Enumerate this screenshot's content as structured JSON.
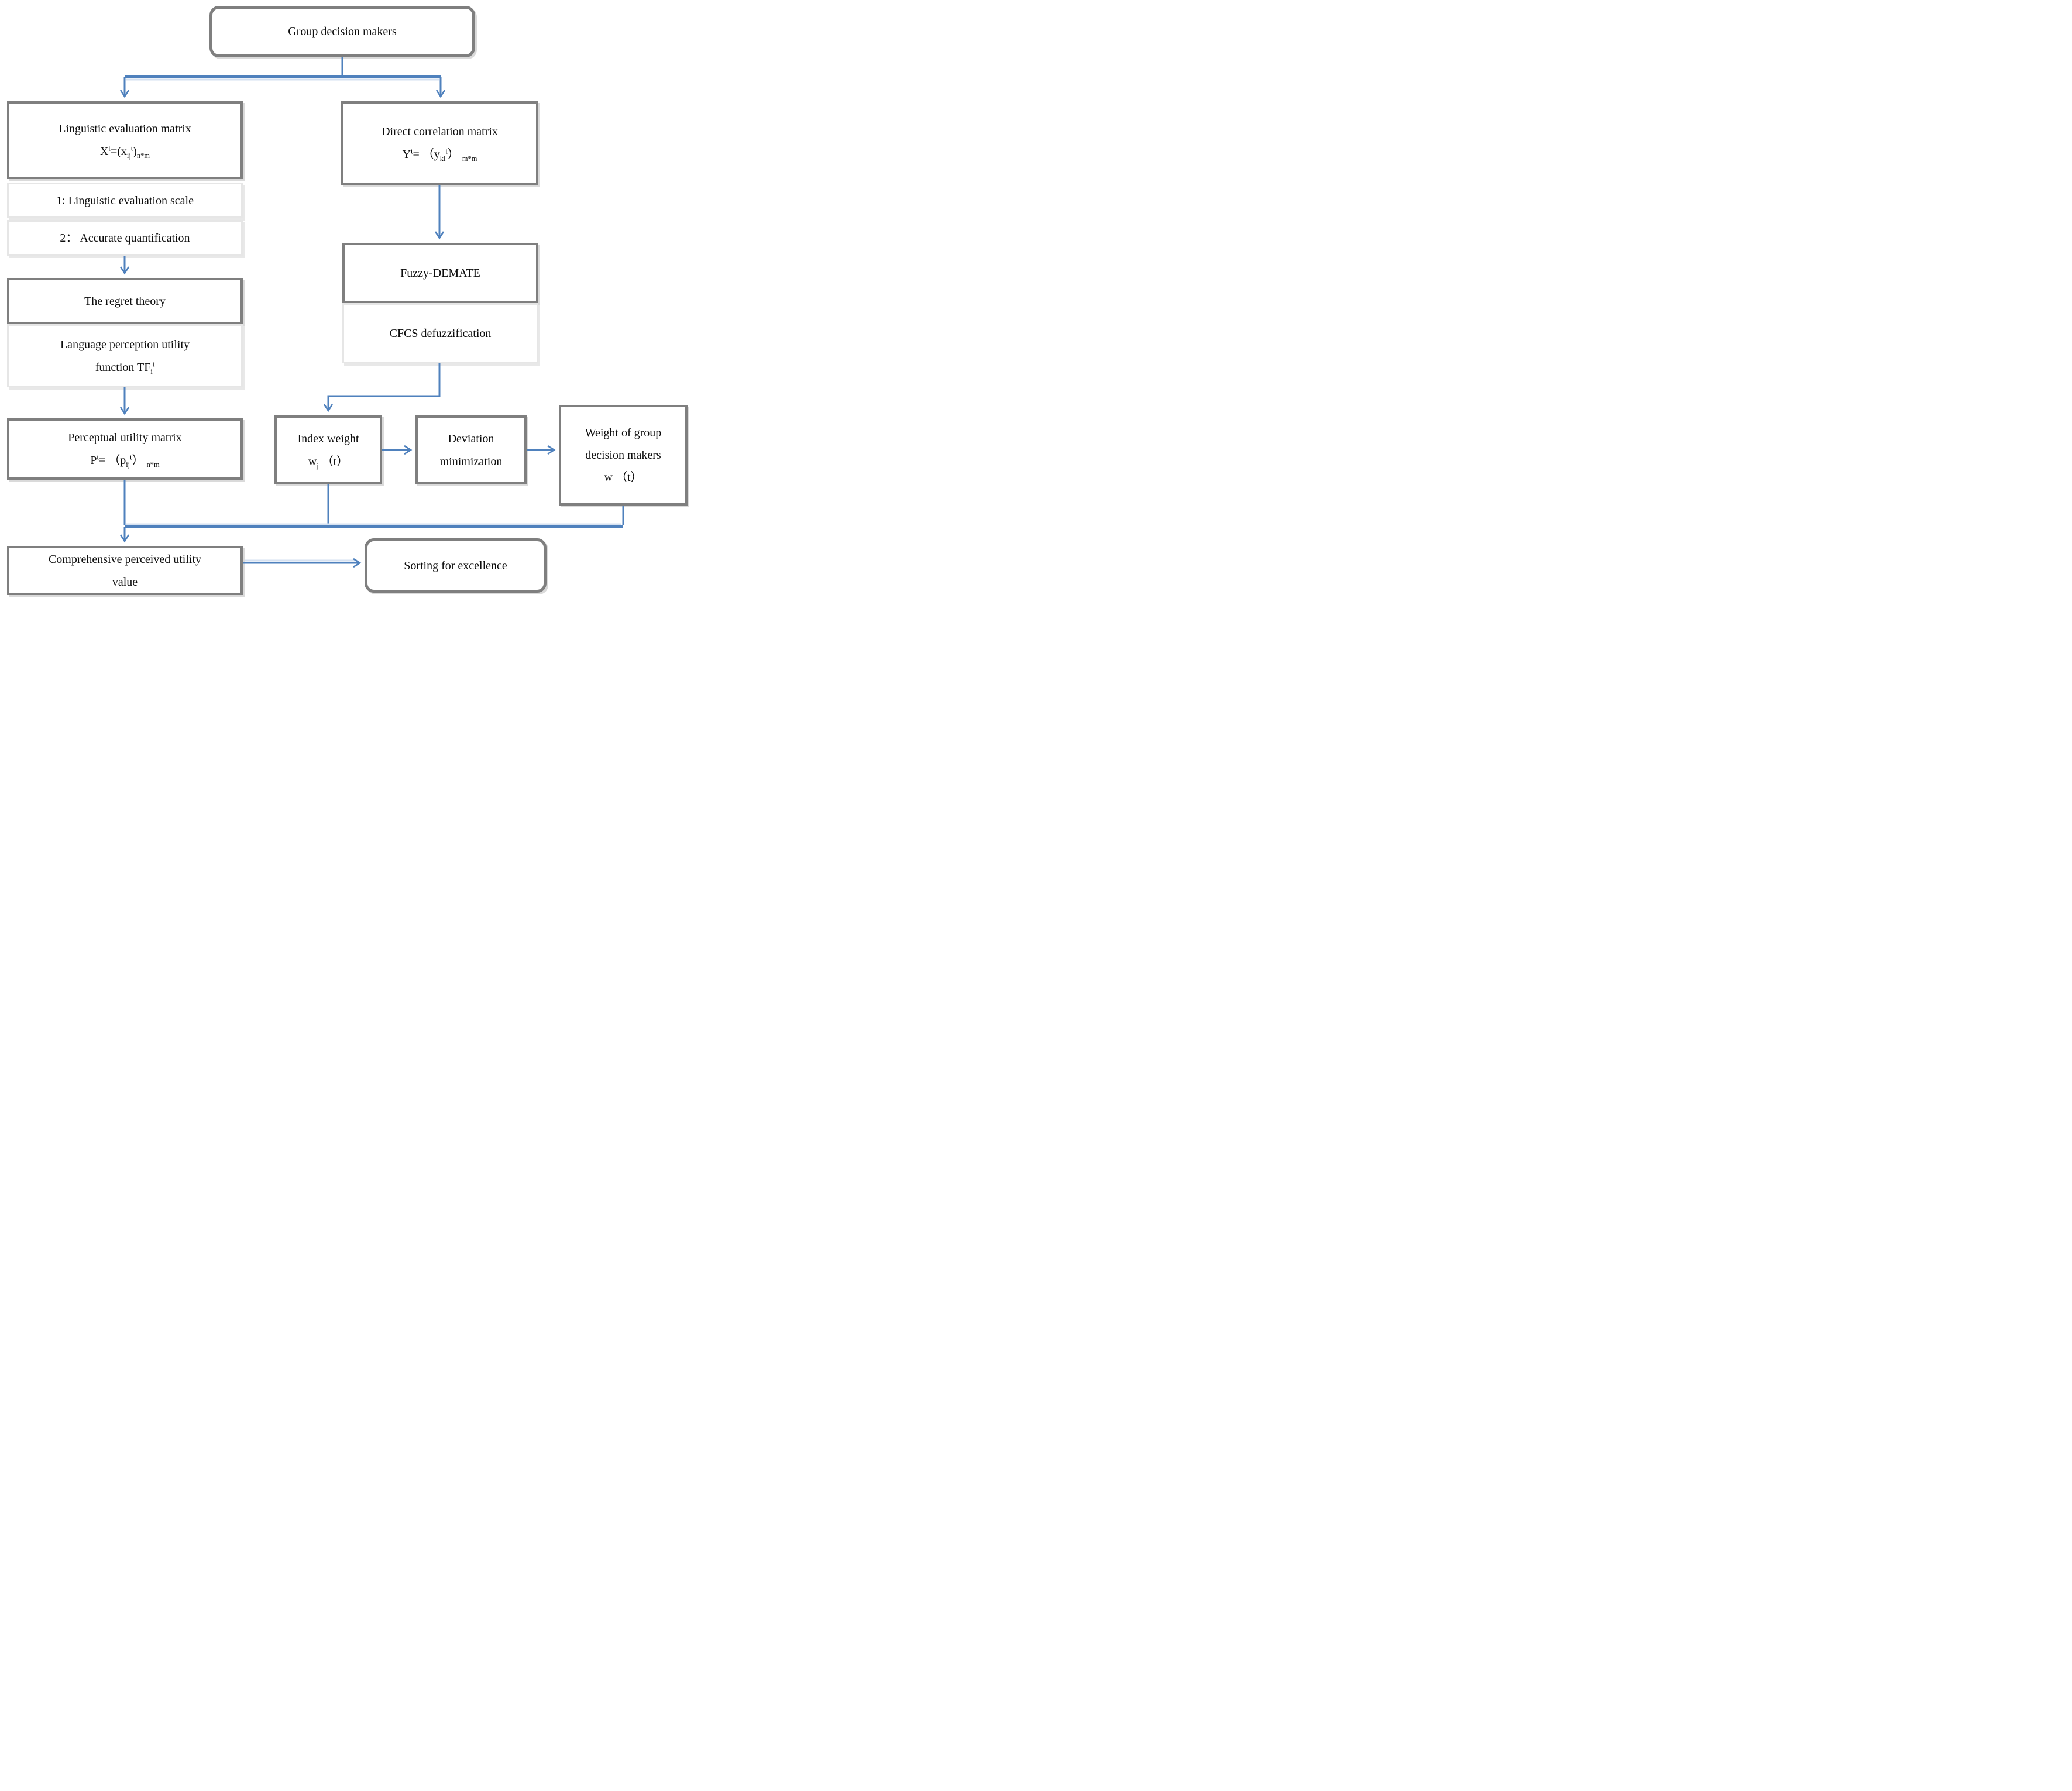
{
  "palette": {
    "accent_blue": "#4f81bd",
    "accent_blue_light": "#d5e1f1",
    "border_dark_gray": "#7f7f7f",
    "border_light_gray": "#e6e6e6",
    "text_color": "#0d0d0d",
    "background": "#ffffff"
  },
  "nodes": {
    "group": {
      "label": "Group decision makers"
    },
    "linguistic_matrix": {
      "title": "Linguistic evaluation matrix",
      "formula": [
        {
          "t": "X"
        },
        {
          "t": "t",
          "s": "sup"
        },
        {
          "t": "=(x"
        },
        {
          "t": "ij",
          "s": "sub"
        },
        {
          "t": "t",
          "s": "sup"
        },
        {
          "t": ")"
        },
        {
          "t": "n*m",
          "s": "sub"
        }
      ]
    },
    "step1": {
      "label": "1: Linguistic evaluation scale"
    },
    "step2": {
      "label": "2：  Accurate quantification"
    },
    "regret": {
      "label": "The regret theory"
    },
    "perception_fn": {
      "line1": "Language perception utility",
      "formula": [
        {
          "t": "function TF"
        },
        {
          "t": "i",
          "s": "sub"
        },
        {
          "t": "t",
          "s": "sup"
        }
      ]
    },
    "perceptual_matrix": {
      "title": "Perceptual utility matrix",
      "formula": [
        {
          "t": "P"
        },
        {
          "t": "t",
          "s": "sup"
        },
        {
          "t": "= （p"
        },
        {
          "t": "ij",
          "s": "sub"
        },
        {
          "t": "t",
          "s": "sup"
        },
        {
          "t": "） "
        },
        {
          "t": "n*m",
          "s": "sub"
        }
      ]
    },
    "comprehensive": {
      "line1": "Comprehensive perceived utility",
      "line2": "value"
    },
    "direct_matrix": {
      "title": "Direct correlation matrix",
      "formula": [
        {
          "t": "Y"
        },
        {
          "t": "t",
          "s": "sup"
        },
        {
          "t": "= （y"
        },
        {
          "t": "kl",
          "s": "sub"
        },
        {
          "t": "t",
          "s": "sup"
        },
        {
          "t": "） "
        },
        {
          "t": "m*m",
          "s": "sub"
        }
      ]
    },
    "fuzzy_dematel": {
      "label": "Fuzzy-DEMATE"
    },
    "cfcs": {
      "label": "CFCS defuzzification"
    },
    "index_weight": {
      "line1": "Index weight",
      "formula": [
        {
          "t": "w"
        },
        {
          "t": "j",
          "s": "sub"
        },
        {
          "t": " （t）"
        }
      ]
    },
    "deviation": {
      "line1": "Deviation",
      "line2": "minimization"
    },
    "group_weight": {
      "line1": "Weight of group",
      "line2": "decision makers",
      "formula": [
        {
          "t": "w （t）"
        }
      ]
    },
    "sorting": {
      "label": "Sorting for excellence"
    }
  }
}
